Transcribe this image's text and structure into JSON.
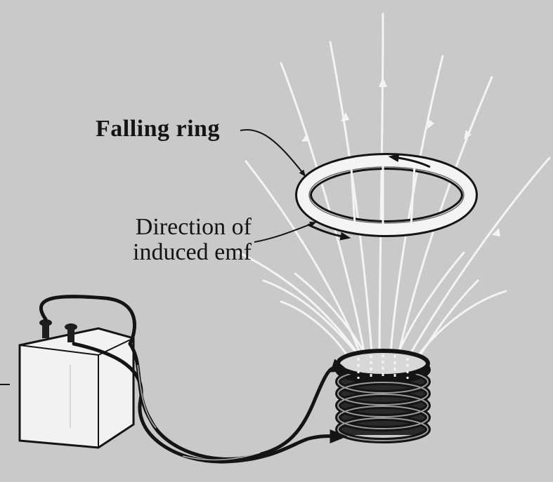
{
  "labels": {
    "falling_ring": "Falling  ring",
    "direction_line1": "Direction of",
    "direction_line2": "induced emf"
  },
  "colors": {
    "background": "#c9c9c9",
    "field_lines": "#f4f4f4",
    "ink": "#141414",
    "battery": "#f2f2f2"
  },
  "icons": [
    "battery-icon",
    "coil-icon",
    "ring-icon",
    "arrow-icon"
  ]
}
